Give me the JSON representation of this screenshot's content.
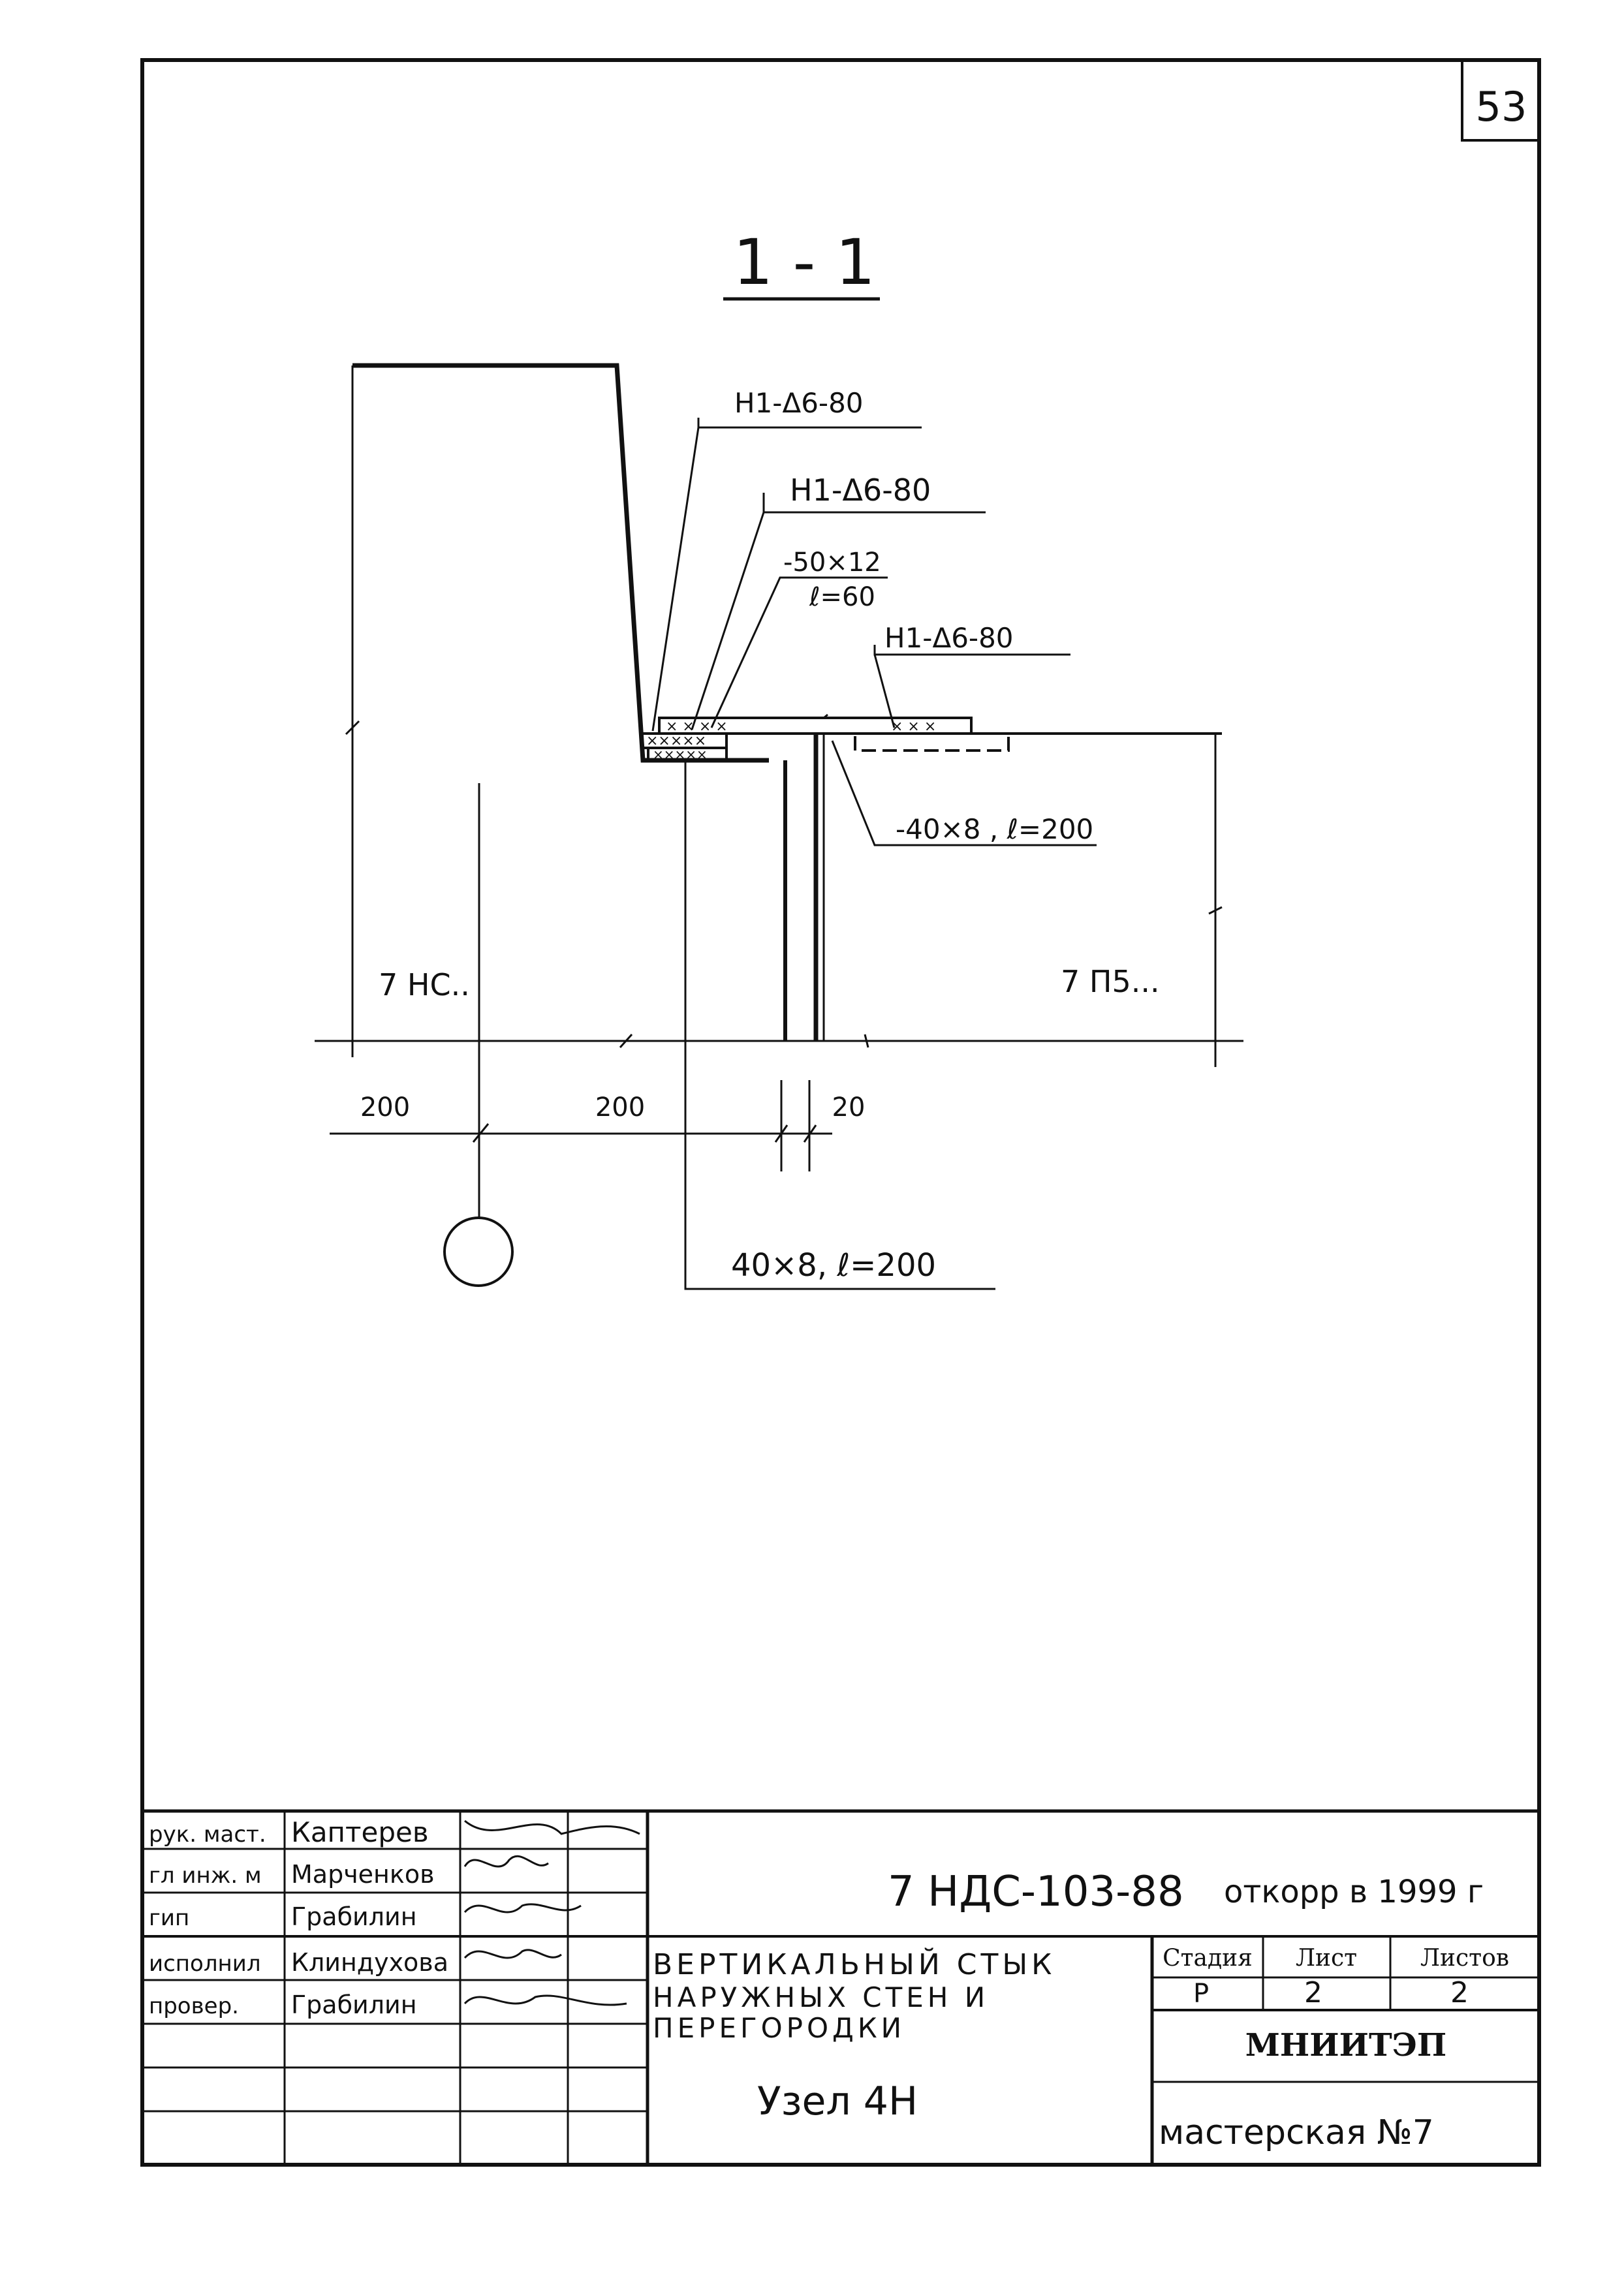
{
  "sheet": {
    "page_number": "53",
    "section_title": "1 - 1"
  },
  "drawing": {
    "callouts": {
      "weld_1": "H1-Δ6-80",
      "weld_2": "H1-Δ6-80",
      "plate_1_size": "-50×12",
      "plate_1_length": "ℓ=60",
      "weld_3": "H1-Δ6-80",
      "plate_2": "-40×8 , ℓ=200",
      "plate_3": "40×8, ℓ=200"
    },
    "labels": {
      "wall_panel": "7 HC..",
      "partition_panel": "7 П5..."
    },
    "dimensions": {
      "dim_1": "200",
      "dim_2": "200",
      "dim_3": "20"
    }
  },
  "title_block": {
    "roles": [
      "рук. маст.",
      "гл инж. м",
      "гип",
      "исполнил",
      "провер."
    ],
    "names": [
      "Каптерев",
      "Марченков",
      "Грабилин",
      "Клиндухова",
      "Грабилин"
    ],
    "document_code": "7 НДС-103-88",
    "document_note": "откорр в 1999 г",
    "description_lines": [
      "ВЕРТИКАЛЬНЫЙ СТЫК",
      "НАРУЖНЫХ СТЕН И",
      "ПЕРЕГОРОДКИ"
    ],
    "node_label": "Узел 4Н",
    "stage_header": "Стадия",
    "sheet_header": "Лист",
    "sheets_header": "Листов",
    "stage_value": "Р",
    "sheet_value": "2",
    "sheets_value": "2",
    "organization": "МНИИТЭП",
    "workshop": "мастерская №7"
  }
}
